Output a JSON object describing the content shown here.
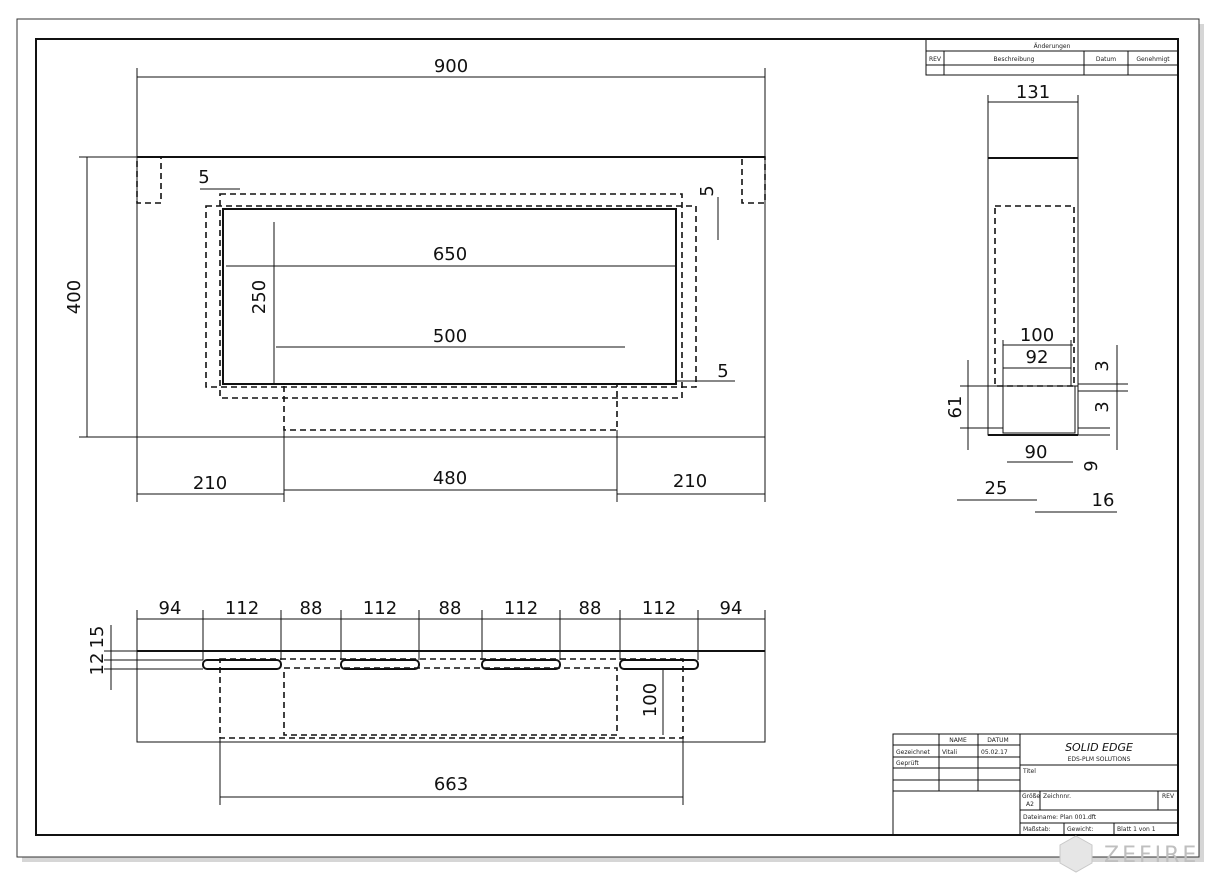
{
  "title_block": {
    "revision_header": "Änderungen",
    "rev_col": "REV",
    "desc_col": "Beschreibung",
    "date_col": "Datum",
    "approved_col": "Genehmigt",
    "name_col": "NAME",
    "datum_col": "DATUM",
    "drawn_label": "Gezeichnet",
    "drawn_name": "Vitali",
    "drawn_date": "05.02.17",
    "checked_label": "Geprüft",
    "brand": "SOLID EDGE",
    "brand_sub": "EDS-PLM SOLUTIONS",
    "title_label": "Titel",
    "size_label": "Größe",
    "size_value": "A2",
    "drawing_no_label": "Zeichnnr.",
    "rev_label": "REV",
    "filename": "Dateiname: Plan 001.dft",
    "scale_label": "Maßstab:",
    "weight_label": "Gewicht:",
    "sheet_label": "Blatt 1 von 1"
  },
  "dimensions": {
    "front": {
      "overall_width": "900",
      "overall_height": "400",
      "offset_left": "5",
      "offset_top": "5",
      "opening_width": "650",
      "opening_height": "250",
      "burner_width": "500",
      "offset_bottom": "5",
      "left_margin": "210",
      "center_width": "480",
      "right_margin": "210"
    },
    "side": {
      "depth": "131",
      "tray_outer": "100",
      "tray_inner": "92",
      "top_gap": "3",
      "bottom_gap": "3",
      "burner_height": "61",
      "base_depth": "90",
      "foot_height": "9",
      "front_offset": "25",
      "rear_offset": "16"
    },
    "top": {
      "s1": "94",
      "s2": "112",
      "s3": "88",
      "s4": "112",
      "s5": "88",
      "s6": "112",
      "s7": "88",
      "s8": "112",
      "s9": "94",
      "h_upper": "15",
      "h_lower": "12",
      "inner_depth": "100",
      "box_width": "663"
    }
  },
  "watermark": "ZEFIRE",
  "colors": {
    "line": "#111111",
    "watermark": "#bfbfbf"
  }
}
